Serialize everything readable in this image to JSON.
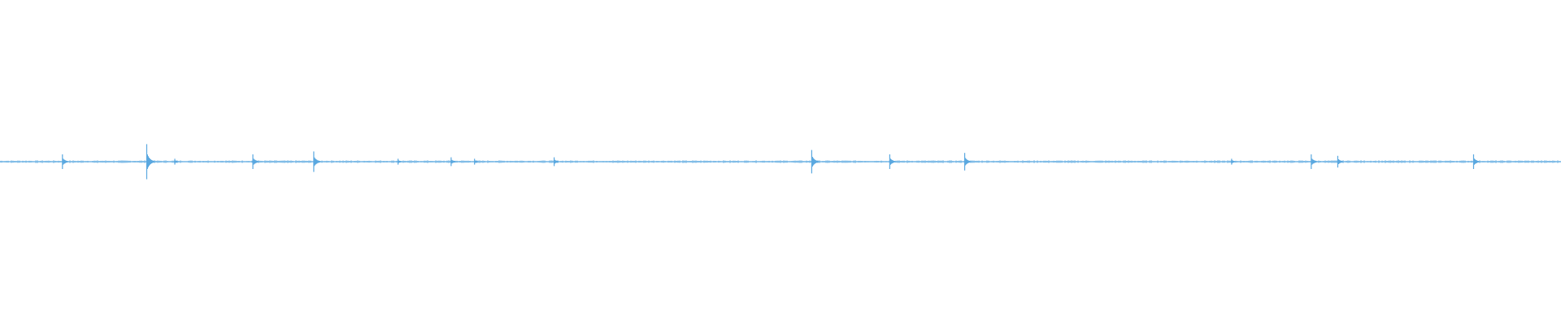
{
  "waveform": {
    "color": "#5aa8e0",
    "background": "#ffffff",
    "peaks": [
      {
        "time": 0.04,
        "amp": 0.05
      },
      {
        "time": 0.094,
        "amp": 0.12
      },
      {
        "time": 0.112,
        "amp": 0.02
      },
      {
        "time": 0.162,
        "amp": 0.05
      },
      {
        "time": 0.201,
        "amp": 0.07
      },
      {
        "time": 0.255,
        "amp": 0.02
      },
      {
        "time": 0.289,
        "amp": 0.03
      },
      {
        "time": 0.304,
        "amp": 0.02
      },
      {
        "time": 0.355,
        "amp": 0.03
      },
      {
        "time": 0.52,
        "amp": 0.08
      },
      {
        "time": 0.57,
        "amp": 0.05
      },
      {
        "time": 0.618,
        "amp": 0.06
      },
      {
        "time": 0.789,
        "amp": 0.02
      },
      {
        "time": 0.84,
        "amp": 0.05
      },
      {
        "time": 0.857,
        "amp": 0.04
      },
      {
        "time": 0.944,
        "amp": 0.05
      }
    ]
  }
}
